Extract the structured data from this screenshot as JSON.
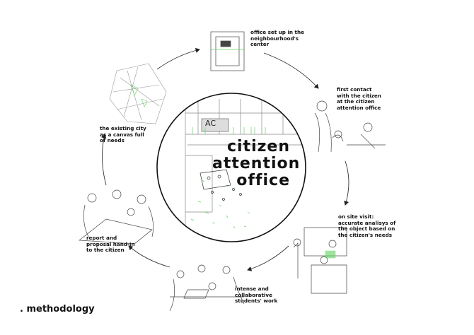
{
  "title": ". methodology",
  "center": {
    "line1": "citizen",
    "line2": "attention",
    "line3": "office",
    "sign": "AC"
  },
  "steps": [
    {
      "label": "office set up in the\nneighbourhood's\ncenter"
    },
    {
      "label": "first contact\nwith the citizen\nat the citizen\nattention office"
    },
    {
      "label": "on site visit:\naccurate analisys of\nthe object based on\nthe citizen's needs"
    },
    {
      "label": "intense and\ncollaborative\nstudents' work"
    },
    {
      "label": "report and\nproposal hand-in\nto the citizen"
    },
    {
      "label": "the existing city\nas a canvas full\nof needs"
    }
  ],
  "colors": {
    "accent_green": "#5fd35f",
    "ink": "#111111"
  }
}
